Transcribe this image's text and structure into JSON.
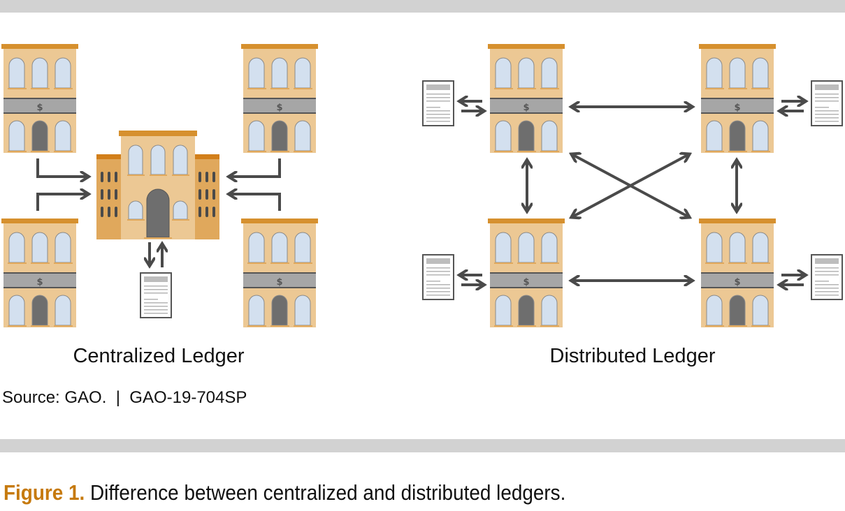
{
  "figure": {
    "caption_prefix": "Figure 1.",
    "caption_text": " Difference between centralized and distributed ledgers."
  },
  "diagram": {
    "centralized": {
      "label": "Centralized Ledger",
      "central_node": "central-bank",
      "nodes": [
        "bank-top-left",
        "bank-top-right",
        "bank-bottom-left",
        "bank-bottom-right"
      ],
      "ledger_document_count": 1
    },
    "distributed": {
      "label": "Distributed Ledger",
      "nodes": [
        "bank-top-left",
        "bank-top-right",
        "bank-bottom-left",
        "bank-bottom-right"
      ],
      "connections": [
        [
          "bank-top-left",
          "bank-top-right"
        ],
        [
          "bank-bottom-left",
          "bank-bottom-right"
        ],
        [
          "bank-top-left",
          "bank-bottom-left"
        ],
        [
          "bank-top-right",
          "bank-bottom-right"
        ],
        [
          "bank-top-left",
          "bank-bottom-right"
        ],
        [
          "bank-top-right",
          "bank-bottom-left"
        ]
      ],
      "ledger_document_count": 4
    },
    "bank_symbol": "$",
    "source": "Source: GAO.  |  GAO-19-704SP"
  },
  "colors": {
    "building_wall": "#ecc894",
    "building_wing": "#e0a85c",
    "roof": "#d6902e",
    "window": "#d3e0ef",
    "door": "#6e6e6e",
    "band": "#a6a6a6",
    "arrow": "#4a4a4a",
    "caption_accent": "#c67a0e",
    "page_band": "#d2d2d2"
  }
}
